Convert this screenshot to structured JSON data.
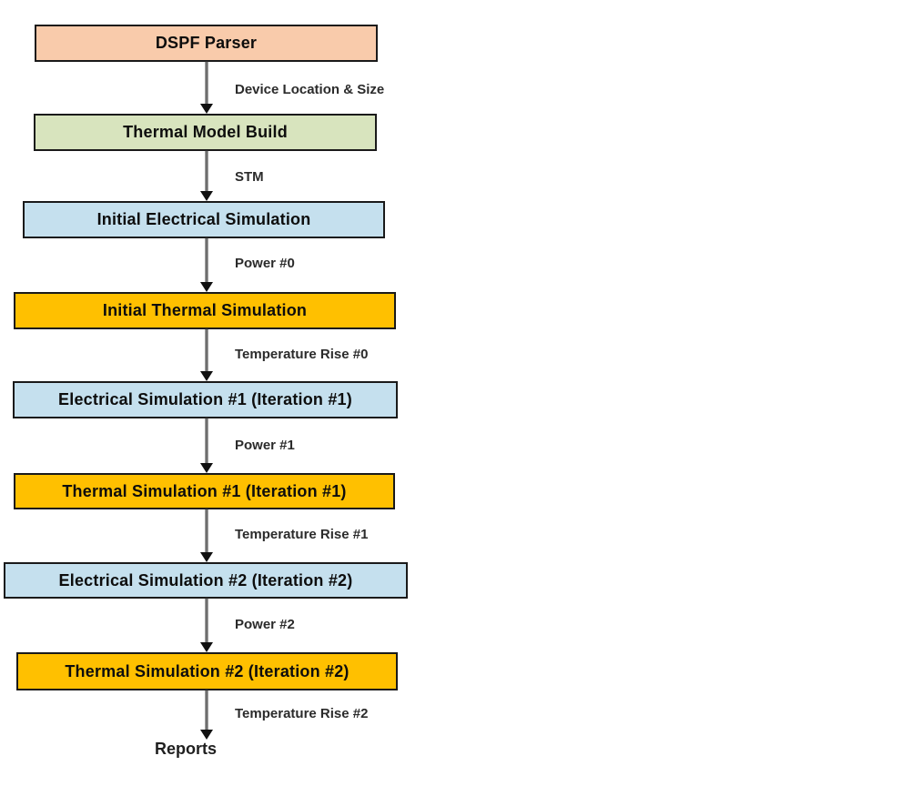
{
  "diagram": {
    "type": "flowchart",
    "direction": "top-down",
    "steps": [
      {
        "label": "DSPF Parser",
        "fill": "peach"
      },
      {
        "label": "Thermal Model Build",
        "fill": "green"
      },
      {
        "label": "Initial Electrical Simulation",
        "fill": "blue"
      },
      {
        "label": "Initial Thermal Simulation",
        "fill": "orange"
      },
      {
        "label": "Electrical Simulation #1 (Iteration #1)",
        "fill": "blue"
      },
      {
        "label": "Thermal Simulation #1 (Iteration #1)",
        "fill": "orange"
      },
      {
        "label": "Electrical Simulation #2 (Iteration #2)",
        "fill": "blue"
      },
      {
        "label": "Thermal Simulation #2 (Iteration #2)",
        "fill": "orange"
      }
    ],
    "edge_labels": [
      "Device Location & Size",
      "STM",
      "Power #0",
      "Temperature Rise #0",
      "Power #1",
      "Temperature Rise #1",
      "Power #2",
      "Temperature Rise #2"
    ],
    "terminal_label": "Reports",
    "colors": {
      "peach": "#F9CBAB",
      "green": "#D8E4BE",
      "blue": "#C5E0EE",
      "orange": "#FFC000",
      "box_border": "#1a1a1a",
      "arrow_shaft": "#6e6e6e",
      "arrow_head": "#111111",
      "box_text": "#0d0d0d",
      "edge_label_text": "#2b2b2b",
      "background": "#ffffff"
    }
  }
}
